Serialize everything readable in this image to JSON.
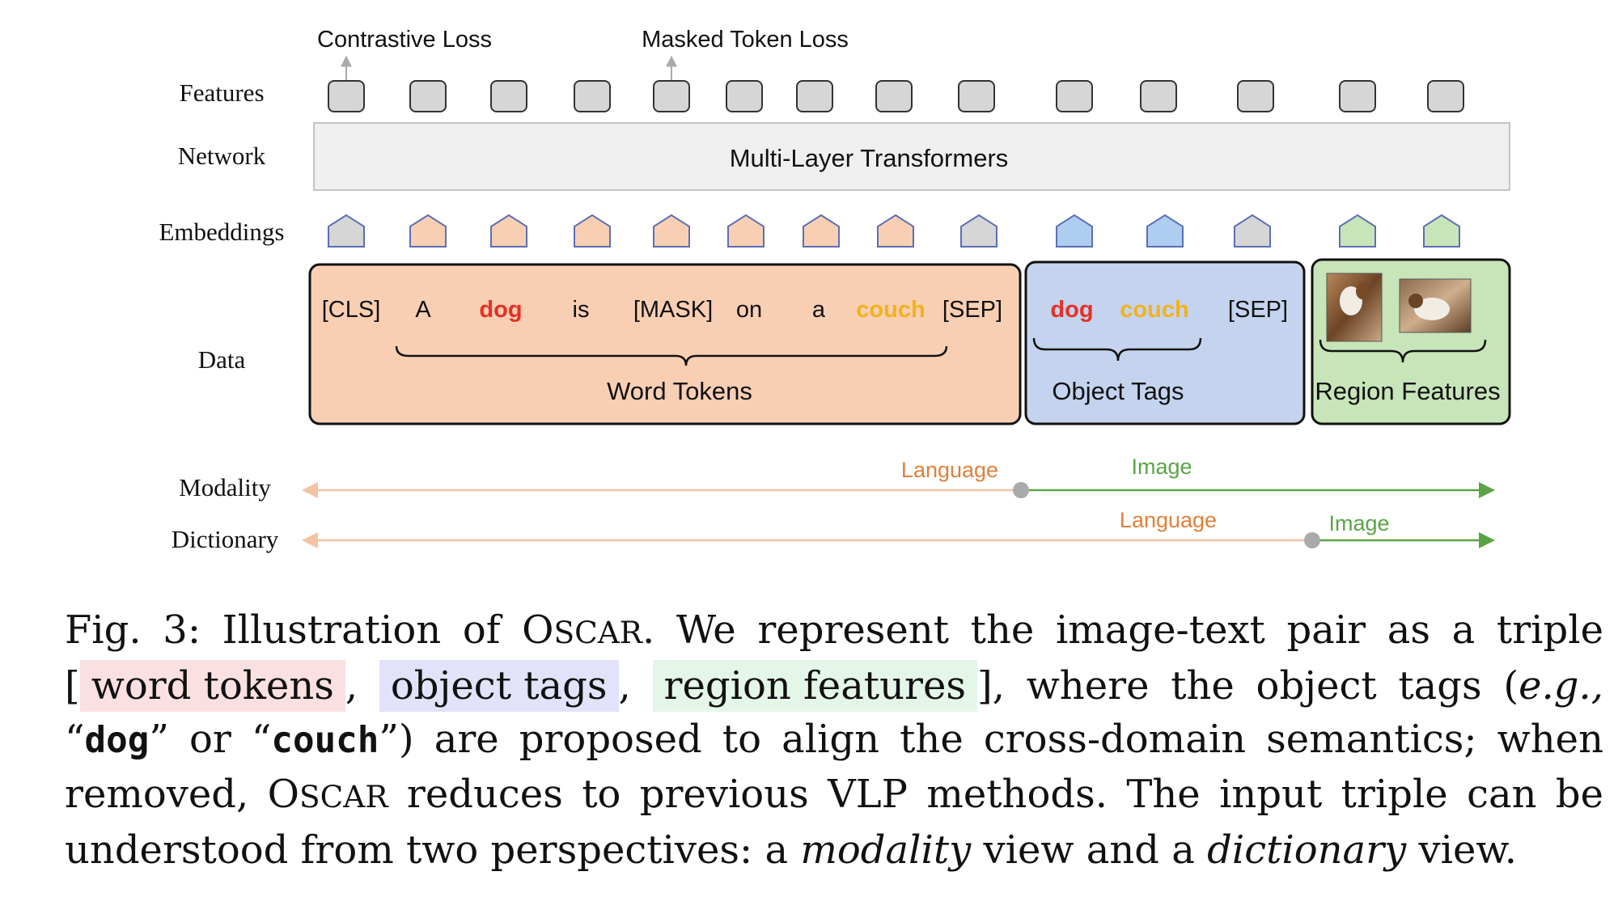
{
  "losses": {
    "contrastive": "Contrastive Loss",
    "masked": "Masked Token Loss"
  },
  "row_labels": {
    "features": "Features",
    "network": "Network",
    "embeddings": "Embeddings",
    "data": "Data",
    "modality": "Modality",
    "dictionary": "Dictionary"
  },
  "network_label": "Multi-Layer Transformers",
  "tokens": {
    "cls": "[CLS]",
    "a1": "A",
    "dog": "dog",
    "is": "is",
    "mask": "[MASK]",
    "on": "on",
    "a2": "a",
    "couch": "couch",
    "sep1": "[SEP]",
    "obj_dog": "dog",
    "obj_couch": "couch",
    "sep2": "[SEP]"
  },
  "groups": {
    "word": "Word Tokens",
    "object": "Object Tags",
    "region": "Region Features"
  },
  "views": {
    "modality_language": "Language",
    "modality_image": "Image",
    "dictionary_language": "Language",
    "dictionary_image": "Image"
  },
  "caption": {
    "fig": "Fig. 3:",
    "p1": "Illustration of",
    "oscar_O": "O",
    "oscar_rest": "SCAR",
    "p2": ". We represent the image-text pair as a triple",
    "br_open": "[",
    "word_tokens": "word tokens",
    "comma1": ",",
    "object_tags": "object tags",
    "comma2": ",",
    "region_features": "region features",
    "br_close": "], where the object tags (",
    "eg": "e.g.,",
    "q_open": "“",
    "dog": "dog",
    "q_mid": "” or “",
    "couch": "couch",
    "p3": "”) are proposed to align the cross-domain semantics; when",
    "p4a": "removed,",
    "p4b": "reduces to previous VLP methods. The input triple can be",
    "p5a": "understood from two perspectives: a",
    "modality": "modality",
    "p5b": "view and a",
    "dictionary": "dictionary",
    "p5c": "view."
  },
  "colors": {
    "word_fill": "#f9cfb3",
    "object_fill": "#c4d3ee",
    "region_fill": "#c7e5b8",
    "language_orange": "#e0813a",
    "image_green": "#5aa447",
    "dog_red": "#e63027",
    "couch_yellow": "#f2b21c"
  }
}
